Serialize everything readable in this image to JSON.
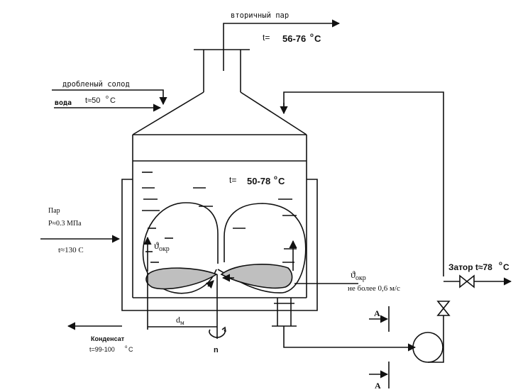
{
  "labels": {
    "secondary_steam": "вторичный пар",
    "t_top": "t=",
    "t_top_value": "56-76",
    "t_top_unit": "C",
    "crushed_malt": "дробленый солод",
    "water": "вода",
    "t_water": "t≈50",
    "t_water_unit": "C",
    "t_mash": "t=",
    "t_mash_value": "50-78",
    "t_mash_unit": "C",
    "steam": "Пар",
    "steam_pressure": "P≈0.3 МПа",
    "steam_temp": "t≈130 C",
    "velocity_left": "ϑ",
    "velocity_left_sub": "окр",
    "velocity_right": "ϑ",
    "velocity_right_sub": "окр",
    "velocity_limit": "не более 0,6 м/с",
    "mash_out": "Затор t≈78",
    "mash_out_unit": "C",
    "stirrer_diameter": "d",
    "stirrer_diameter_sub": "м",
    "condensate": "Конденсат",
    "condensate_temp": "t=99-100",
    "condensate_unit": "C",
    "rotation": "n",
    "section_a_top": "А",
    "section_a_bottom": "А",
    "degree": "o"
  },
  "colors": {
    "line": "#111111",
    "paddle_fill": "#bfbfbf",
    "background": "#ffffff"
  }
}
